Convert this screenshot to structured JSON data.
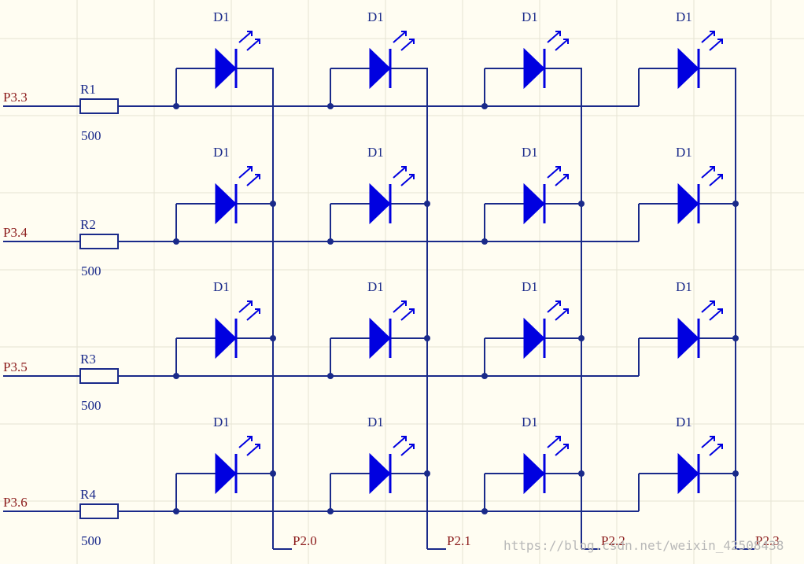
{
  "rows": [
    {
      "port": "P3.3",
      "resistor": "R1",
      "value": "500"
    },
    {
      "port": "P3.4",
      "resistor": "R2",
      "value": "500"
    },
    {
      "port": "P3.5",
      "resistor": "R3",
      "value": "500"
    },
    {
      "port": "P3.6",
      "resistor": "R4",
      "value": "500"
    }
  ],
  "columns": [
    {
      "port": "P2.0"
    },
    {
      "port": "P2.1"
    },
    {
      "port": "P2.2"
    },
    {
      "port": "P2.3"
    }
  ],
  "led_label": "D1",
  "watermark": "https://blog.csdn.net/weixin_42508438",
  "colors": {
    "background": "#fffdf2",
    "grid": "#e6e3d3",
    "wire": "#1a2a8a",
    "led": "#0000e0",
    "port_label": "#8b1a1a",
    "part_label": "#1a2a8a",
    "watermark": "#b8b8b8"
  }
}
